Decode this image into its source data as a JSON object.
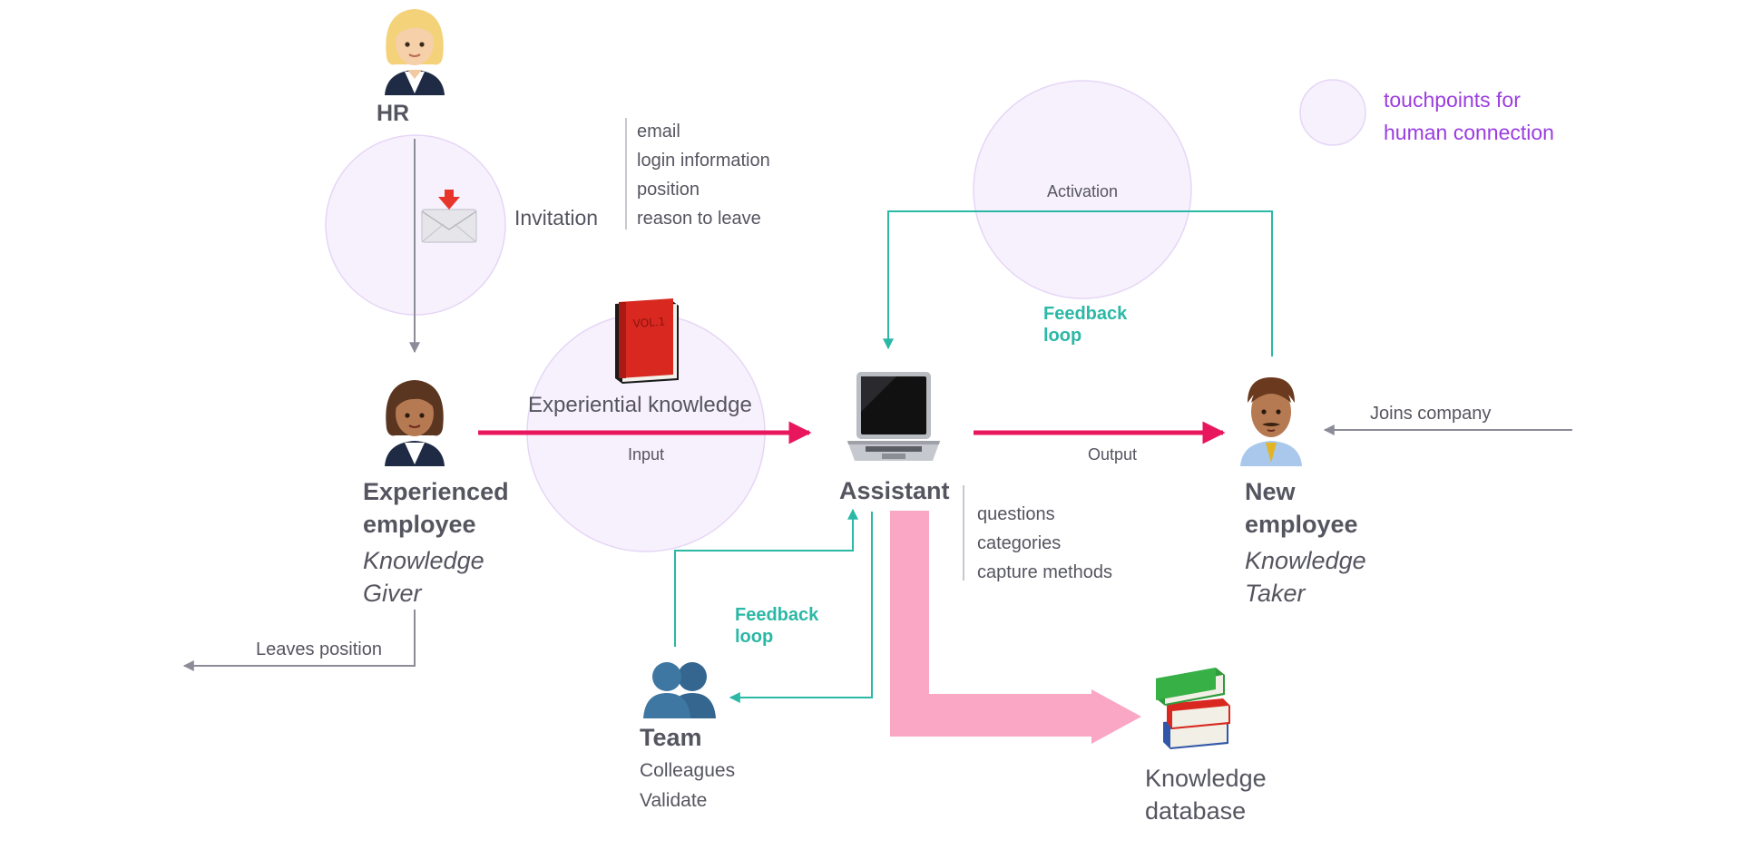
{
  "actors": {
    "hr": {
      "label": "HR"
    },
    "experienced": {
      "name": "Experienced employee",
      "name_line1": "Experienced",
      "name_line2": "employee",
      "role_line1": "Knowledge",
      "role_line2": "Giver"
    },
    "assistant": {
      "label": "Assistant"
    },
    "new_employee": {
      "name_line1": "New",
      "name_line2": "employee",
      "role_line1": "Knowledge",
      "role_line2": "Taker"
    },
    "team": {
      "label": "Team",
      "line1": "Colleagues",
      "line2": "Validate"
    },
    "database": {
      "line1": "Knowledge",
      "line2": "database"
    }
  },
  "flows": {
    "invitation": "Invitation",
    "invitation_details": [
      "email",
      "login information",
      "position",
      "reason to leave"
    ],
    "experiential_knowledge": "Experiential knowledge",
    "input": "Input",
    "output": "Output",
    "activation": "Activation",
    "feedback_top_line1": "Feedback",
    "feedback_top_line2": "loop",
    "feedback_bottom_line1": "Feedback",
    "feedback_bottom_line2": "loop",
    "joins_company": "Joins company",
    "leaves_position": "Leaves position",
    "assistant_details": [
      "questions",
      "categories",
      "capture methods"
    ]
  },
  "legend": {
    "line1": "touchpoints for",
    "line2": "human connection"
  },
  "icons": {
    "hr": "woman-office-worker-light-icon",
    "experienced": "woman-office-worker-medium-icon",
    "assistant": "laptop-icon",
    "new_employee": "man-with-tie-icon",
    "team": "busts-in-silhouette-icon",
    "database": "books-icon",
    "invitation": "envelope-with-arrow-icon",
    "knowledge": "red-book-icon"
  },
  "colors": {
    "text": "#555560",
    "pink_arrow": "#e8175d",
    "light_pink_arrow": "#f9a7c4",
    "teal": "#2bb8a6",
    "touchpoint_fill": "#f7f1fd",
    "touchpoint_stroke": "#e6d6f6",
    "legend_text": "#9b3de0",
    "gray_line": "#8c8c99"
  }
}
